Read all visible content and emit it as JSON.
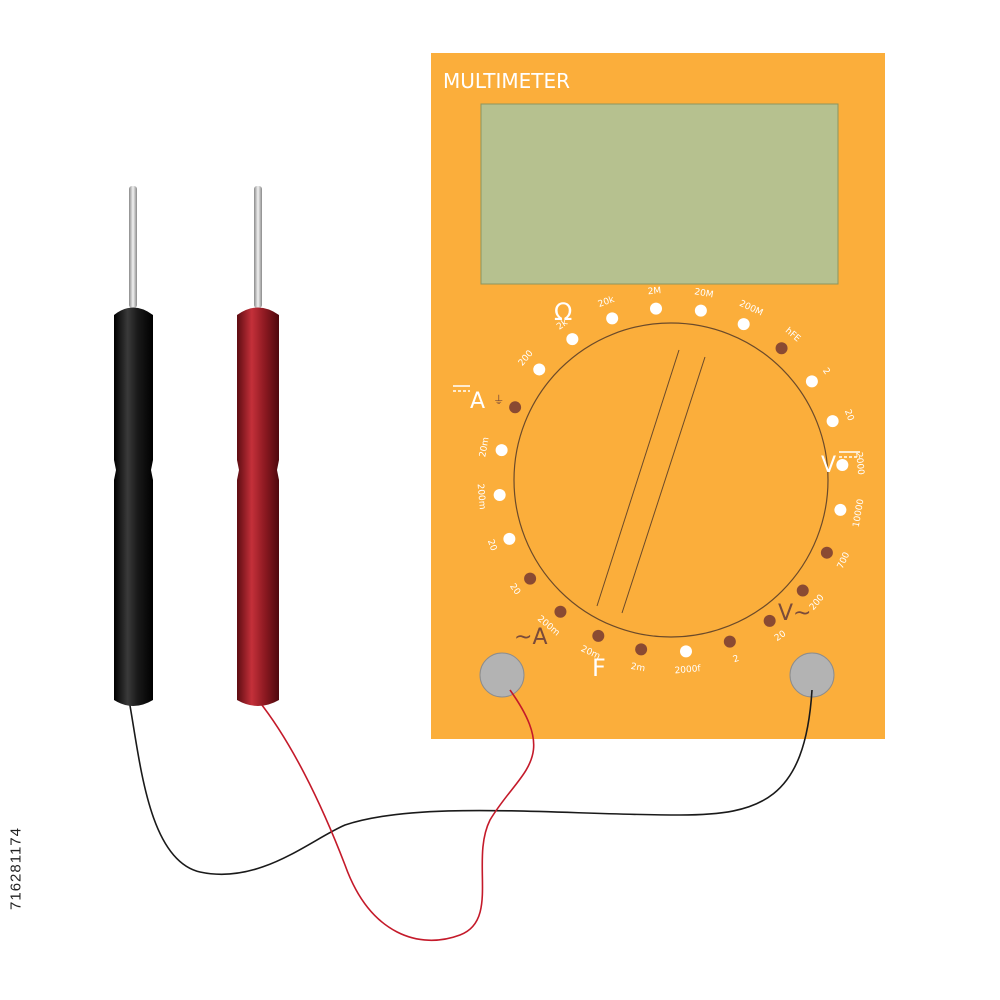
{
  "device": {
    "title": "MULTIMETER",
    "body_color": "#FBAE3B",
    "display_color": "#B6C18F",
    "knob_line_color": "#6b4a2a"
  },
  "symbols": {
    "ohm": "Ω",
    "dc_amp": "A",
    "dc_volt": "V",
    "ac_amp": "A",
    "ac_volt": "V~",
    "farad": "F"
  },
  "dial_labels": [
    {
      "text": "200",
      "dot": "white"
    },
    {
      "text": "2k",
      "dot": "white"
    },
    {
      "text": "20k",
      "dot": "white"
    },
    {
      "text": "2M",
      "dot": "white"
    },
    {
      "text": "20M",
      "dot": "white"
    },
    {
      "text": "200M",
      "dot": "white"
    },
    {
      "text": "hFE",
      "dot": "brown"
    },
    {
      "text": "2",
      "dot": "white"
    },
    {
      "text": "20",
      "dot": "white"
    },
    {
      "text": "2000",
      "dot": "white"
    },
    {
      "text": "10000",
      "dot": "white"
    },
    {
      "text": "700",
      "dot": "brown"
    },
    {
      "text": "200",
      "dot": "brown"
    },
    {
      "text": "20",
      "dot": "brown"
    },
    {
      "text": "2",
      "dot": "brown"
    },
    {
      "text": "2000f",
      "dot": "white"
    },
    {
      "text": "2m",
      "dot": "brown"
    },
    {
      "text": "20m",
      "dot": "brown"
    },
    {
      "text": "200m",
      "dot": "brown"
    },
    {
      "text": "20",
      "dot": "brown"
    },
    {
      "text": "20",
      "dot": "white"
    },
    {
      "text": "200m",
      "dot": "white"
    },
    {
      "text": "20m",
      "dot": "white"
    },
    {
      "text": "diode",
      "dot": "brown"
    }
  ],
  "probes": {
    "black_color": "#111111",
    "red_color": "#9c1b24",
    "tip_color": "#c9c9c9"
  },
  "side_id": "716281174"
}
